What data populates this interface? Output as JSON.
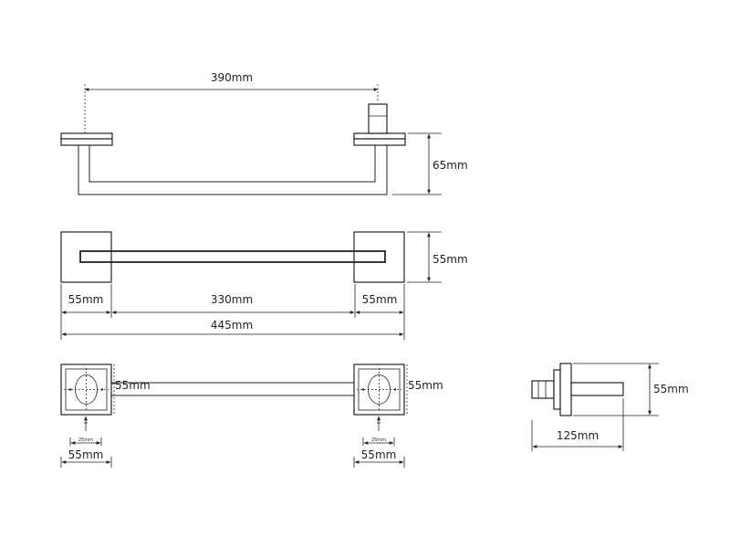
{
  "dimensions": {
    "top_view": {
      "bracket_spacing": "390mm",
      "height": "65mm"
    },
    "front_view": {
      "depth": "55mm",
      "left_base": "55mm",
      "bar_length": "330mm",
      "right_base": "55mm",
      "overall_length": "445mm"
    },
    "bottom_view": {
      "left_base_height": "55mm",
      "right_base_height": "55mm",
      "left_hole_spacing": "25mm",
      "right_hole_spacing": "25mm",
      "left_base_width": "55mm",
      "right_base_width": "55mm"
    },
    "side_view": {
      "height": "55mm",
      "projection": "125mm"
    }
  }
}
